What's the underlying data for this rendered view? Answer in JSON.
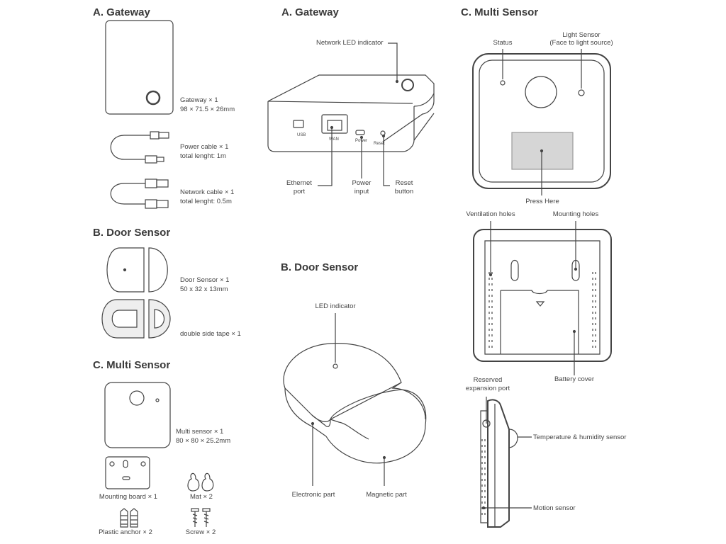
{
  "left": {
    "gateway_title": "A. Gateway",
    "gateway_count": "Gateway × 1",
    "gateway_dims": "98 × 71.5 × 26mm",
    "power_cable_1": "Power cable × 1",
    "power_cable_2": "total lenght: 1m",
    "network_cable_1": "Network cable × 1",
    "network_cable_2": "total lenght: 0.5m",
    "door_title": "B. Door Sensor",
    "door_count": "Door Sensor × 1",
    "door_dims": "50 x 32 x 13mm",
    "tape": "double side tape × 1",
    "multi_title": "C. Multi Sensor",
    "multi_count": "Multi sensor × 1",
    "multi_dims": "80 × 80 × 25.2mm",
    "mounting_board": "Mounting board × 1",
    "mat": "Mat × 2",
    "anchor": "Plastic anchor × 2",
    "screw": "Screw × 2"
  },
  "middle": {
    "gateway_title": "A. Gateway",
    "network_led": "Network LED indicator",
    "port_usb": "USB",
    "port_wan": "WAN",
    "port_power": "Power",
    "port_reset": "Reset",
    "ethernet_1": "Ethernet",
    "ethernet_2": "port",
    "power_1": "Power",
    "power_2": "input",
    "reset_1": "Reset",
    "reset_2": "button",
    "door_title": "B. Door Sensor",
    "led_indicator": "LED indicator",
    "electronic_part": "Electronic part",
    "magnetic_part": "Magnetic part"
  },
  "right": {
    "multi_title": "C. Multi Sensor",
    "status": "Status",
    "light_1": "Light Sensor",
    "light_2": "(Face to light source)",
    "press_here": "Press Here",
    "ventilation": "Ventilation holes",
    "mounting_holes": "Mounting holes",
    "battery_cover": "Battery cover",
    "reserved_1": "Reserved",
    "reserved_2": "expansion port",
    "temp_humidity": "Temperature & humidity sensor",
    "motion": "Motion sensor"
  }
}
